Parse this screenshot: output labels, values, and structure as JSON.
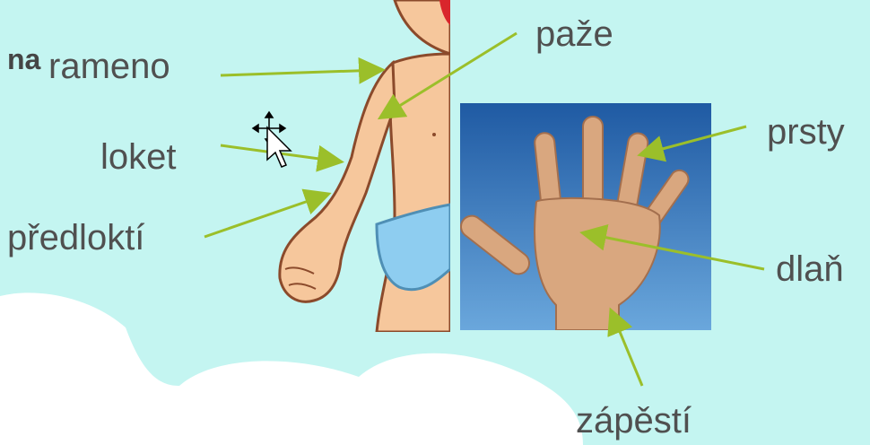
{
  "colors": {
    "background": "#c4f5f1",
    "cloud": "#ffffff",
    "arrow": "#9bbf2a",
    "label_text": "#505050",
    "sky_blue": "#2f6fb5",
    "skin": "#f6c79c",
    "diaper": "#8ecdf0"
  },
  "labels": {
    "prefix": "na",
    "rameno": "rameno",
    "paze": "paže",
    "loket": "loket",
    "predlokti": "předloktí",
    "prsty": "prsty",
    "dlan": "dlaň",
    "zapesti": "zápěstí"
  },
  "icons": {
    "cursor": "move-cursor-icon"
  }
}
